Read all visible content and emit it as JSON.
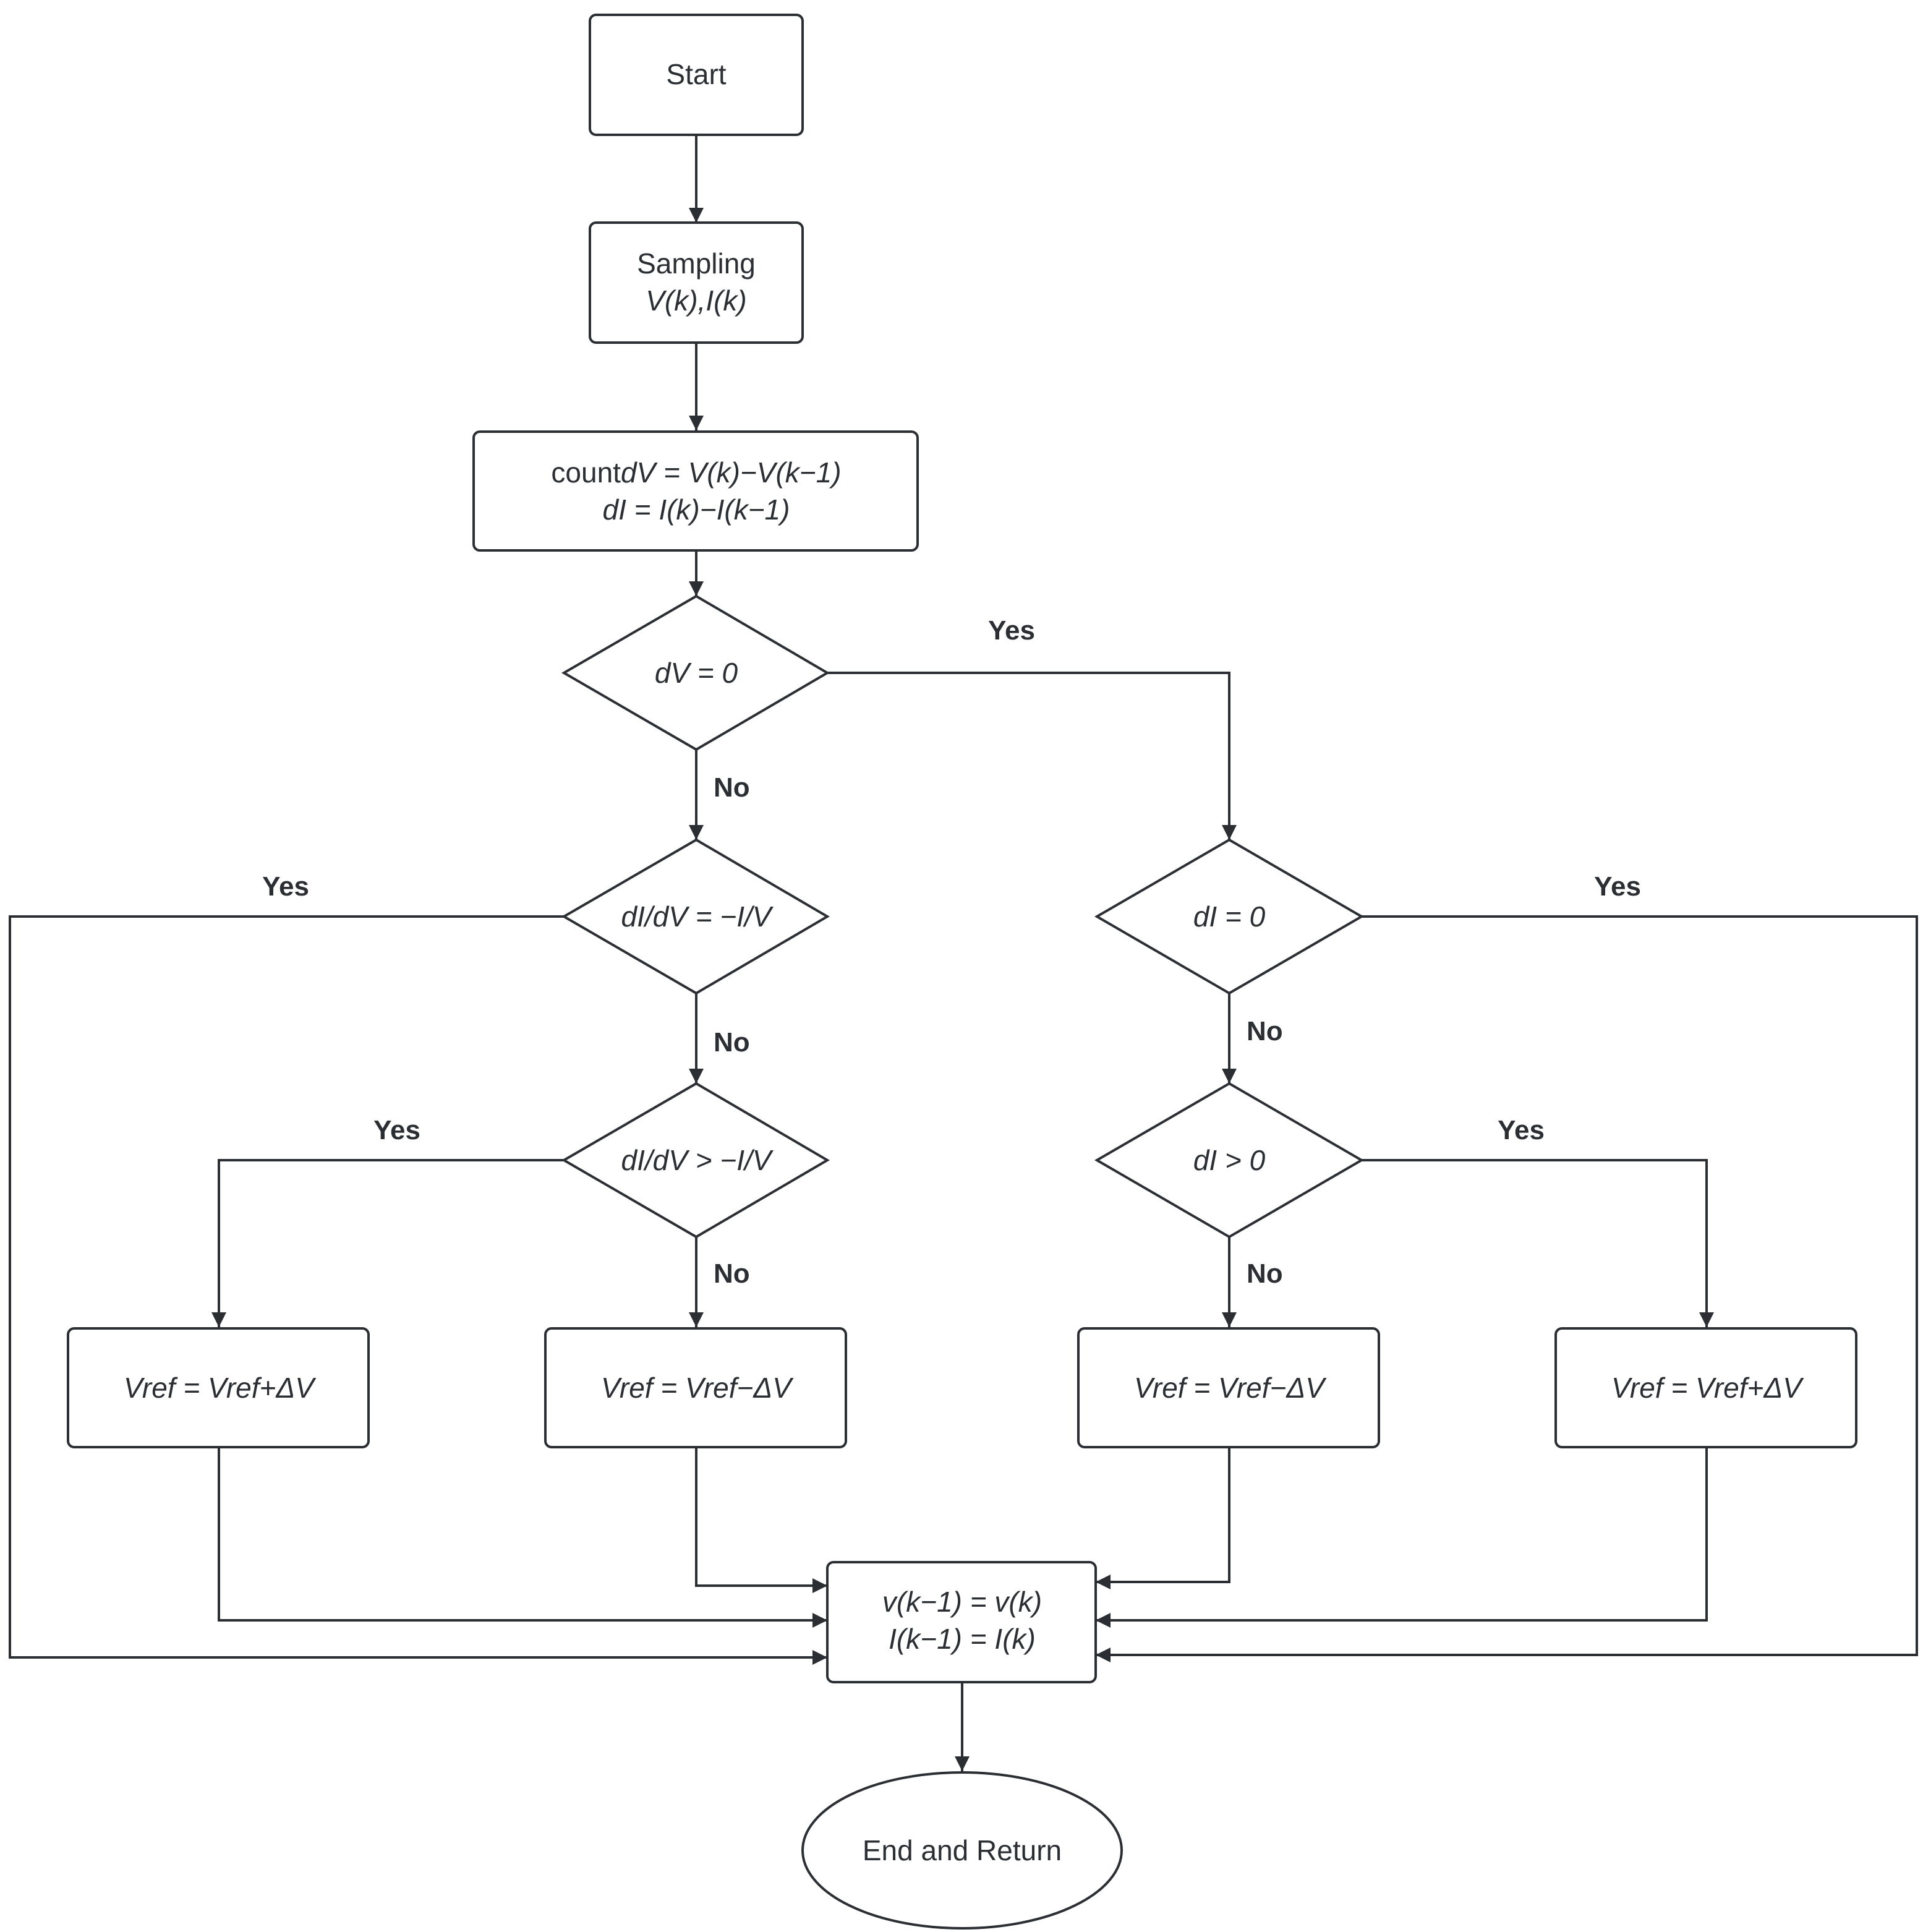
{
  "nodes": {
    "start": {
      "text": "Start"
    },
    "sampling": {
      "line1": "Sampling",
      "line2": "V(k),I(k)"
    },
    "compute": {
      "prefix": "count",
      "line1": "dV = V(k)−V(k−1)",
      "line2": "dI = I(k)−I(k−1)"
    },
    "dv_zero": {
      "text": "dV = 0"
    },
    "didv_eq": {
      "text": "dI/dV = −I/V"
    },
    "di_zero": {
      "text": "dI = 0"
    },
    "didv_gt": {
      "text": "dI/dV > −I/V"
    },
    "di_gt": {
      "text": "dI > 0"
    },
    "inc_left": {
      "text": "Vref = Vref+ΔV"
    },
    "dec_left": {
      "text": "Vref = Vref−ΔV"
    },
    "dec_right": {
      "text": "Vref = Vref−ΔV"
    },
    "inc_right": {
      "text": "Vref = Vref+ΔV"
    },
    "update": {
      "line1": "v(k−1) = v(k)",
      "line2": "I(k−1) = I(k)"
    },
    "end": {
      "text": "End and Return"
    }
  },
  "labels": {
    "yes": "Yes",
    "no": "No"
  },
  "colors": {
    "stroke": "#2b2f33",
    "fill": "#ffffff"
  }
}
